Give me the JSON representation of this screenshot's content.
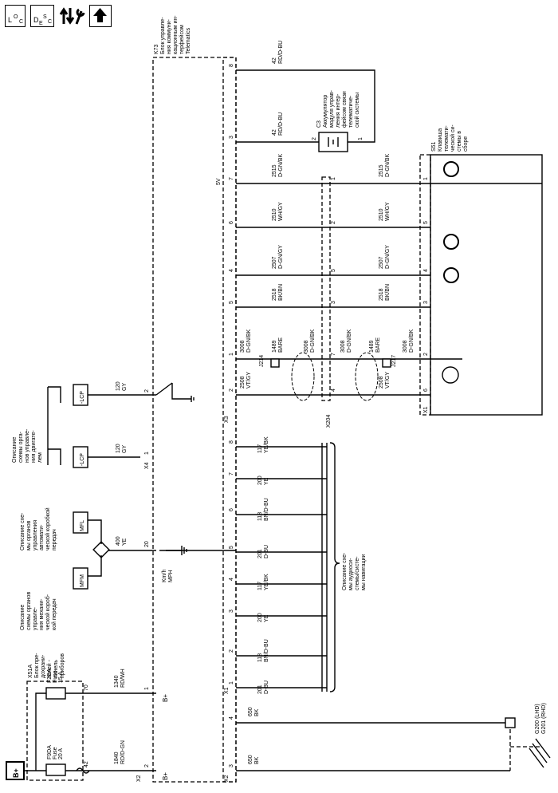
{
  "nav": {
    "loc_main": "L",
    "loc_sub1": "O",
    "loc_sub2": "C",
    "desc_main": "D",
    "desc_sub1": "E",
    "desc_sub2": "S",
    "desc_sub3": "C",
    "wiring_icon": "wrench-arrows-icon",
    "up_icon": "up-arrow-icon"
  },
  "modules": {
    "k73_lines": [
      "K73",
      "Блок управле-",
      "ния коммуни-",
      "кационным ин-",
      "терфейсом",
      "Telematics"
    ],
    "x51a_lines": [
      "X51A",
      "Блок пре-",
      "дохрани-",
      "телей -",
      "панель",
      "приборов"
    ],
    "s51_lines": [
      "S51",
      "Клавиша",
      "телемати-",
      "ческой си-",
      "стемы в",
      "сборе"
    ],
    "c3_lines": [
      "C3",
      "Аккумулятор",
      "модуля управ-",
      "ления интер-",
      "фейсом связи",
      "телематиче-",
      "ской системы"
    ]
  },
  "fuses": {
    "f9da": [
      "F9DA",
      "Fuse",
      "20 A"
    ],
    "f2da": [
      "F2DA",
      "Fuse",
      "15 A"
    ]
  },
  "power": {
    "bplus": "B+",
    "bplus_pin": "B+"
  },
  "connectors": {
    "x1": "X1",
    "x2": "X2",
    "x3": "X3",
    "x4": "X4",
    "x204": "X204",
    "j214": "J214",
    "j217": "J217"
  },
  "refs": {
    "engine_ctrl": [
      "Описание",
      "схемы орга-",
      "нов управле-",
      "ния двигате-",
      "лем"
    ],
    "manual_trans": [
      "Описание",
      "схемы органов",
      "управле-",
      "ния механи-",
      "ческой короб-",
      "кой передач"
    ],
    "auto_trans": [
      "Описание схе-",
      "мы органов",
      "управления",
      "автомати-",
      "ческой коробкой",
      "передач"
    ],
    "audio": [
      "Описание схе-",
      "мы аудиоси-",
      "стемы/систе-",
      "мы навигации"
    ]
  },
  "grounds": [
    "G200 (LHD)",
    "G201 (RHD)"
  ],
  "ecu_labels": {
    "lcp": "-LCP",
    "mfl": "MFL",
    "mfm": "MFM",
    "kmh": "Km/h",
    "mph": "MPH"
  },
  "wires": {
    "w1840": [
      "1840",
      "RD/D-GN"
    ],
    "w1340": [
      "1340",
      "RD/WH"
    ],
    "w650a": [
      "650",
      "BK"
    ],
    "w650b": [
      "650",
      "BK"
    ],
    "w42a": [
      "42",
      "RD/D-BU"
    ],
    "w42b": [
      "42",
      "RD/D-BU"
    ],
    "w2515a": [
      "2515",
      "D-GN/BK"
    ],
    "w2515b": [
      "2515",
      "D-GN/BK"
    ],
    "w2510a": [
      "2510",
      "WH/GY"
    ],
    "w2510b": [
      "2510",
      "WH/GY"
    ],
    "w2507a": [
      "2507",
      "D-GN/GY"
    ],
    "w2507b": [
      "2507",
      "D-GN/GY"
    ],
    "w2518a": [
      "2518",
      "BK/BN"
    ],
    "w2518b": [
      "2518",
      "BK/BN"
    ],
    "w3008a": [
      "3008",
      "D-GN/BK"
    ],
    "w3008b": [
      "3008",
      "D-GN/BK"
    ],
    "w3008c": [
      "3008",
      "D-GN/BK"
    ],
    "w3008d": [
      "3008",
      "D-GN/BK"
    ],
    "w1489a": [
      "1489",
      "BARE"
    ],
    "w1489b": [
      "1489",
      "BARE"
    ],
    "w2508a": [
      "2508",
      "VT/GY"
    ],
    "w2508b": [
      "2508",
      "VT/GY"
    ],
    "w120a": [
      "120",
      "GY"
    ],
    "w120b": [
      "120",
      "GY"
    ],
    "w400": [
      "400",
      "YE"
    ],
    "w117a": [
      "117",
      "YE/BK"
    ],
    "w200a": [
      "200",
      "YE"
    ],
    "w118a": [
      "118",
      "BN/D-BU"
    ],
    "w201a": [
      "201",
      "D-BU"
    ],
    "w117b": [
      "117",
      "YE/BK"
    ],
    "w200b": [
      "200",
      "YE"
    ],
    "w118b": [
      "118",
      "BN/D-BU"
    ],
    "w201b": [
      "201",
      "D-BU"
    ]
  },
  "pins": {
    "p42": "42",
    "p70": "70",
    "p20": "20",
    "p5v": "5V",
    "x3_8": "8",
    "x3_3": "3",
    "x3_7": "7",
    "x3_6": "6",
    "x3_4": "4",
    "x3_5": "5",
    "x3_1": "1",
    "x3_2": "2",
    "x2_2": "2",
    "x2_1": "1",
    "x4_2": "2",
    "x4_1": "1",
    "x1_8": "8",
    "x1_7": "7",
    "x1_6": "6",
    "x1_5": "5",
    "x1_4": "4",
    "x1_3": "3",
    "x1_2": "2",
    "x1_1": "1",
    "x2r_3": "3",
    "x2r_4": "4",
    "x204_1": "1",
    "x204_2": "2",
    "x204_5": "5",
    "x204_3": "3",
    "x204_7": "7",
    "x204_4": "4",
    "s1_1": "1",
    "s1_5": "5",
    "s1_4": "4",
    "s1_3": "3",
    "s1_2": "2",
    "s1_6": "6",
    "c3_2": "2",
    "c3_1": "1"
  }
}
